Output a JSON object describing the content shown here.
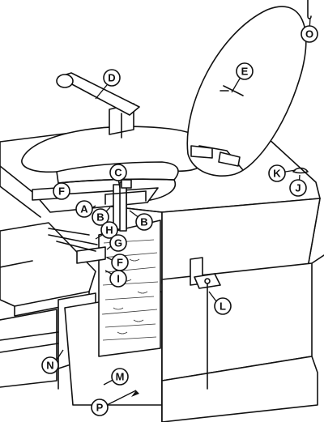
{
  "labels": {
    "A": "A",
    "B": "B",
    "C": "C",
    "D": "D",
    "E": "E",
    "F": "F",
    "G": "G",
    "H": "H",
    "I": "I",
    "J": "J",
    "K": "K",
    "L": "L",
    "M": "M",
    "N": "N",
    "O": "O",
    "P": "P"
  }
}
